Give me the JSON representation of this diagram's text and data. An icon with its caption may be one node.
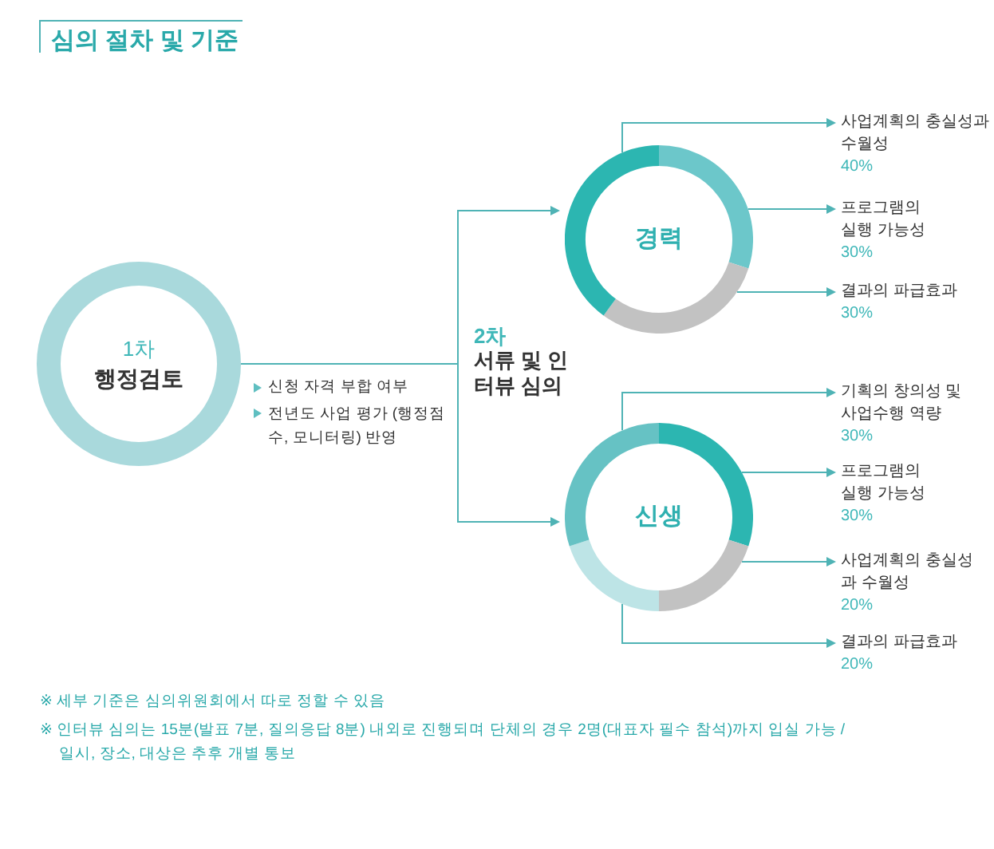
{
  "diagram": {
    "title": "심의 절차 및 기준",
    "nodes": [
      {
        "text": [
          "1차",
          "행정검토"
        ]
      },
      {
        "text": [
          "경력"
        ]
      },
      {
        "text": [
          "사업계획의 충실성과 수월성",
          "40%"
        ]
      },
      {
        "text": [
          "프로그램의 실행 가능성",
          "30%"
        ]
      },
      {
        "text": [
          "결과의 파급효과",
          "30%"
        ]
      },
      {
        "text": [
          "신생"
        ]
      },
      {
        "text": [
          "기획의 창의성 및 사업수행 역량",
          "30%"
        ]
      },
      {
        "text": [
          "프로그램의 실행 가능성",
          "30%"
        ]
      },
      {
        "text": [
          "사업계획의 충실성과 수월성",
          "20%"
        ]
      },
      {
        "text": [
          "결과의 파급효과",
          "20%"
        ]
      }
    ],
    "edges": [
      {
        "from": 0,
        "to": 1,
        "arrow": "to"
      },
      {
        "from": 0,
        "to": 5,
        "arrow": "to"
      },
      {
        "from": 1,
        "to": 2,
        "arrow": "to"
      },
      {
        "from": 1,
        "to": 3,
        "arrow": "to"
      },
      {
        "from": 1,
        "to": 4,
        "arrow": "to"
      },
      {
        "from": 5,
        "to": 6,
        "arrow": "to"
      },
      {
        "from": 5,
        "to": 7,
        "arrow": "to"
      },
      {
        "from": 5,
        "to": 8,
        "arrow": "to"
      },
      {
        "from": 5,
        "to": 9,
        "arrow": "to"
      }
    ],
    "labels": [
      "2차",
      "서류 및 인터뷰 심의",
      "신청 자격 부합 여부",
      "전년도 사업 평가 (행정점수, 모니터링) 반영",
      "※ 세부 기준은 심의위원회에서 따로 정할 수 있음",
      "※ 인터뷰 심의는 15분(발표 7분, 질의응답 8분) 내외로 진행되며 단체의 경우 2명(대표자 필수 참석)까지 입실 가능 / 일시, 장소, 대상은 추후 개별 통보"
    ]
  }
}
